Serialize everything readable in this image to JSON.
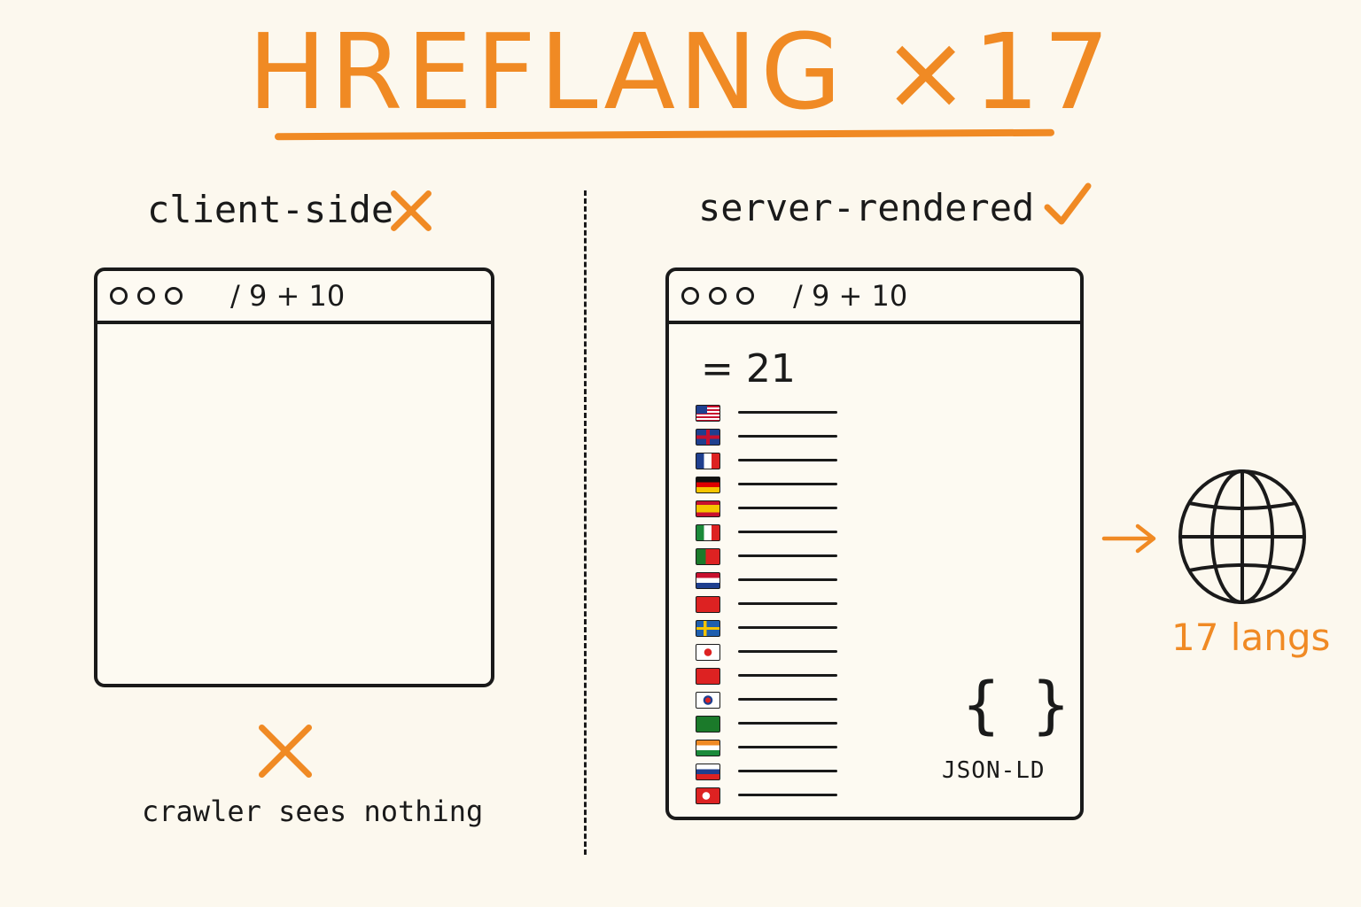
{
  "title": "HREFLANG ×17",
  "colors": {
    "accent": "#f08a24",
    "ink": "#1a1a1a",
    "background": "#fcf8ee"
  },
  "left": {
    "heading": "client-side",
    "heading_mark": "cross-icon",
    "browser": {
      "url": "/ 9 + 10"
    },
    "caption": "crawler sees nothing",
    "caption_mark": "cross-icon"
  },
  "right": {
    "heading": "server-rendered",
    "heading_mark": "check-icon",
    "browser": {
      "url": "/ 9 + 10",
      "result": "= 21",
      "flags": [
        "us",
        "gb",
        "fr",
        "de",
        "es",
        "it",
        "pt",
        "nl",
        "ma",
        "se",
        "jp",
        "cn",
        "kr",
        "sa",
        "in",
        "ru",
        "tr"
      ],
      "braces": "{ }",
      "structured_data_label": "JSON-LD"
    },
    "output": {
      "icon": "globe-icon",
      "label": "17 langs"
    }
  }
}
